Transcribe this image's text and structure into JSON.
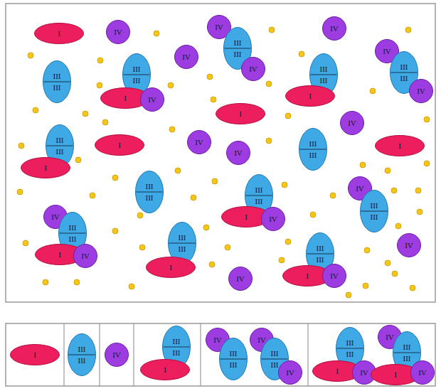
{
  "diagram": {
    "nodes": [
      {
        "text": [
          "I"
        ]
      },
      {
        "text": [
          "IV"
        ]
      },
      {
        "text": [
          "IV"
        ]
      },
      {
        "text": [
          "III",
          "III"
        ]
      },
      {
        "text": [
          "IV"
        ]
      },
      {
        "text": [
          "IV"
        ]
      },
      {
        "text": [
          "IV"
        ]
      },
      {
        "text": [
          "III",
          "III"
        ]
      },
      {
        "text": [
          "IV"
        ]
      },
      {
        "text": [
          "III",
          "III"
        ]
      },
      {
        "text": [
          "III",
          "III"
        ]
      },
      {
        "text": [
          "I"
        ]
      },
      {
        "text": [
          "IV"
        ]
      },
      {
        "text": [
          "IV"
        ]
      },
      {
        "text": [
          "III",
          "III"
        ]
      },
      {
        "text": [
          "I"
        ]
      },
      {
        "text": [
          "I"
        ]
      },
      {
        "text": [
          "IV"
        ]
      },
      {
        "text": [
          "III",
          "III"
        ]
      },
      {
        "text": [
          "I"
        ]
      },
      {
        "text": [
          "I"
        ]
      },
      {
        "text": [
          "IV"
        ]
      },
      {
        "text": [
          "IV"
        ]
      },
      {
        "text": [
          "III",
          "III"
        ]
      },
      {
        "text": [
          "I"
        ]
      },
      {
        "text": [
          "III",
          "III"
        ]
      },
      {
        "text": [
          "IV"
        ]
      },
      {
        "text": [
          "III",
          "III"
        ]
      },
      {
        "text": [
          "III",
          "III"
        ]
      },
      {
        "text": [
          "I"
        ]
      },
      {
        "text": [
          "IV"
        ]
      },
      {
        "text": [
          "IV"
        ]
      },
      {
        "text": [
          "III",
          "III"
        ]
      },
      {
        "text": [
          "I"
        ]
      },
      {
        "text": [
          "IV"
        ]
      },
      {
        "text": [
          "III",
          "III"
        ]
      },
      {
        "text": [
          "I"
        ]
      },
      {
        "text": [
          "IV"
        ]
      },
      {
        "text": [
          "III",
          "III"
        ]
      },
      {
        "text": [
          "I"
        ]
      },
      {
        "text": [
          "IV"
        ]
      },
      {
        "text": [
          "IV"
        ]
      },
      {
        "text": [
          "I"
        ]
      },
      {
        "text": [
          "III",
          "III"
        ]
      },
      {
        "text": [
          "IV"
        ]
      },
      {
        "text": [
          "III",
          "III"
        ]
      },
      {
        "text": [
          "I"
        ]
      },
      {
        "text": [
          "IV"
        ]
      },
      {
        "text": [
          "III",
          "III"
        ]
      },
      {
        "text": [
          "IV"
        ]
      },
      {
        "text": [
          "III",
          "III"
        ]
      },
      {
        "text": [
          "IV"
        ]
      },
      {
        "text": [
          "III",
          "III"
        ]
      },
      {
        "text": [
          "I"
        ]
      },
      {
        "text": [
          "IV"
        ]
      },
      {
        "text": [
          "IV"
        ]
      },
      {
        "text": [
          "III",
          "III"
        ]
      },
      {
        "text": [
          "I"
        ]
      },
      {
        "text": [
          "IV"
        ]
      }
    ]
  }
}
